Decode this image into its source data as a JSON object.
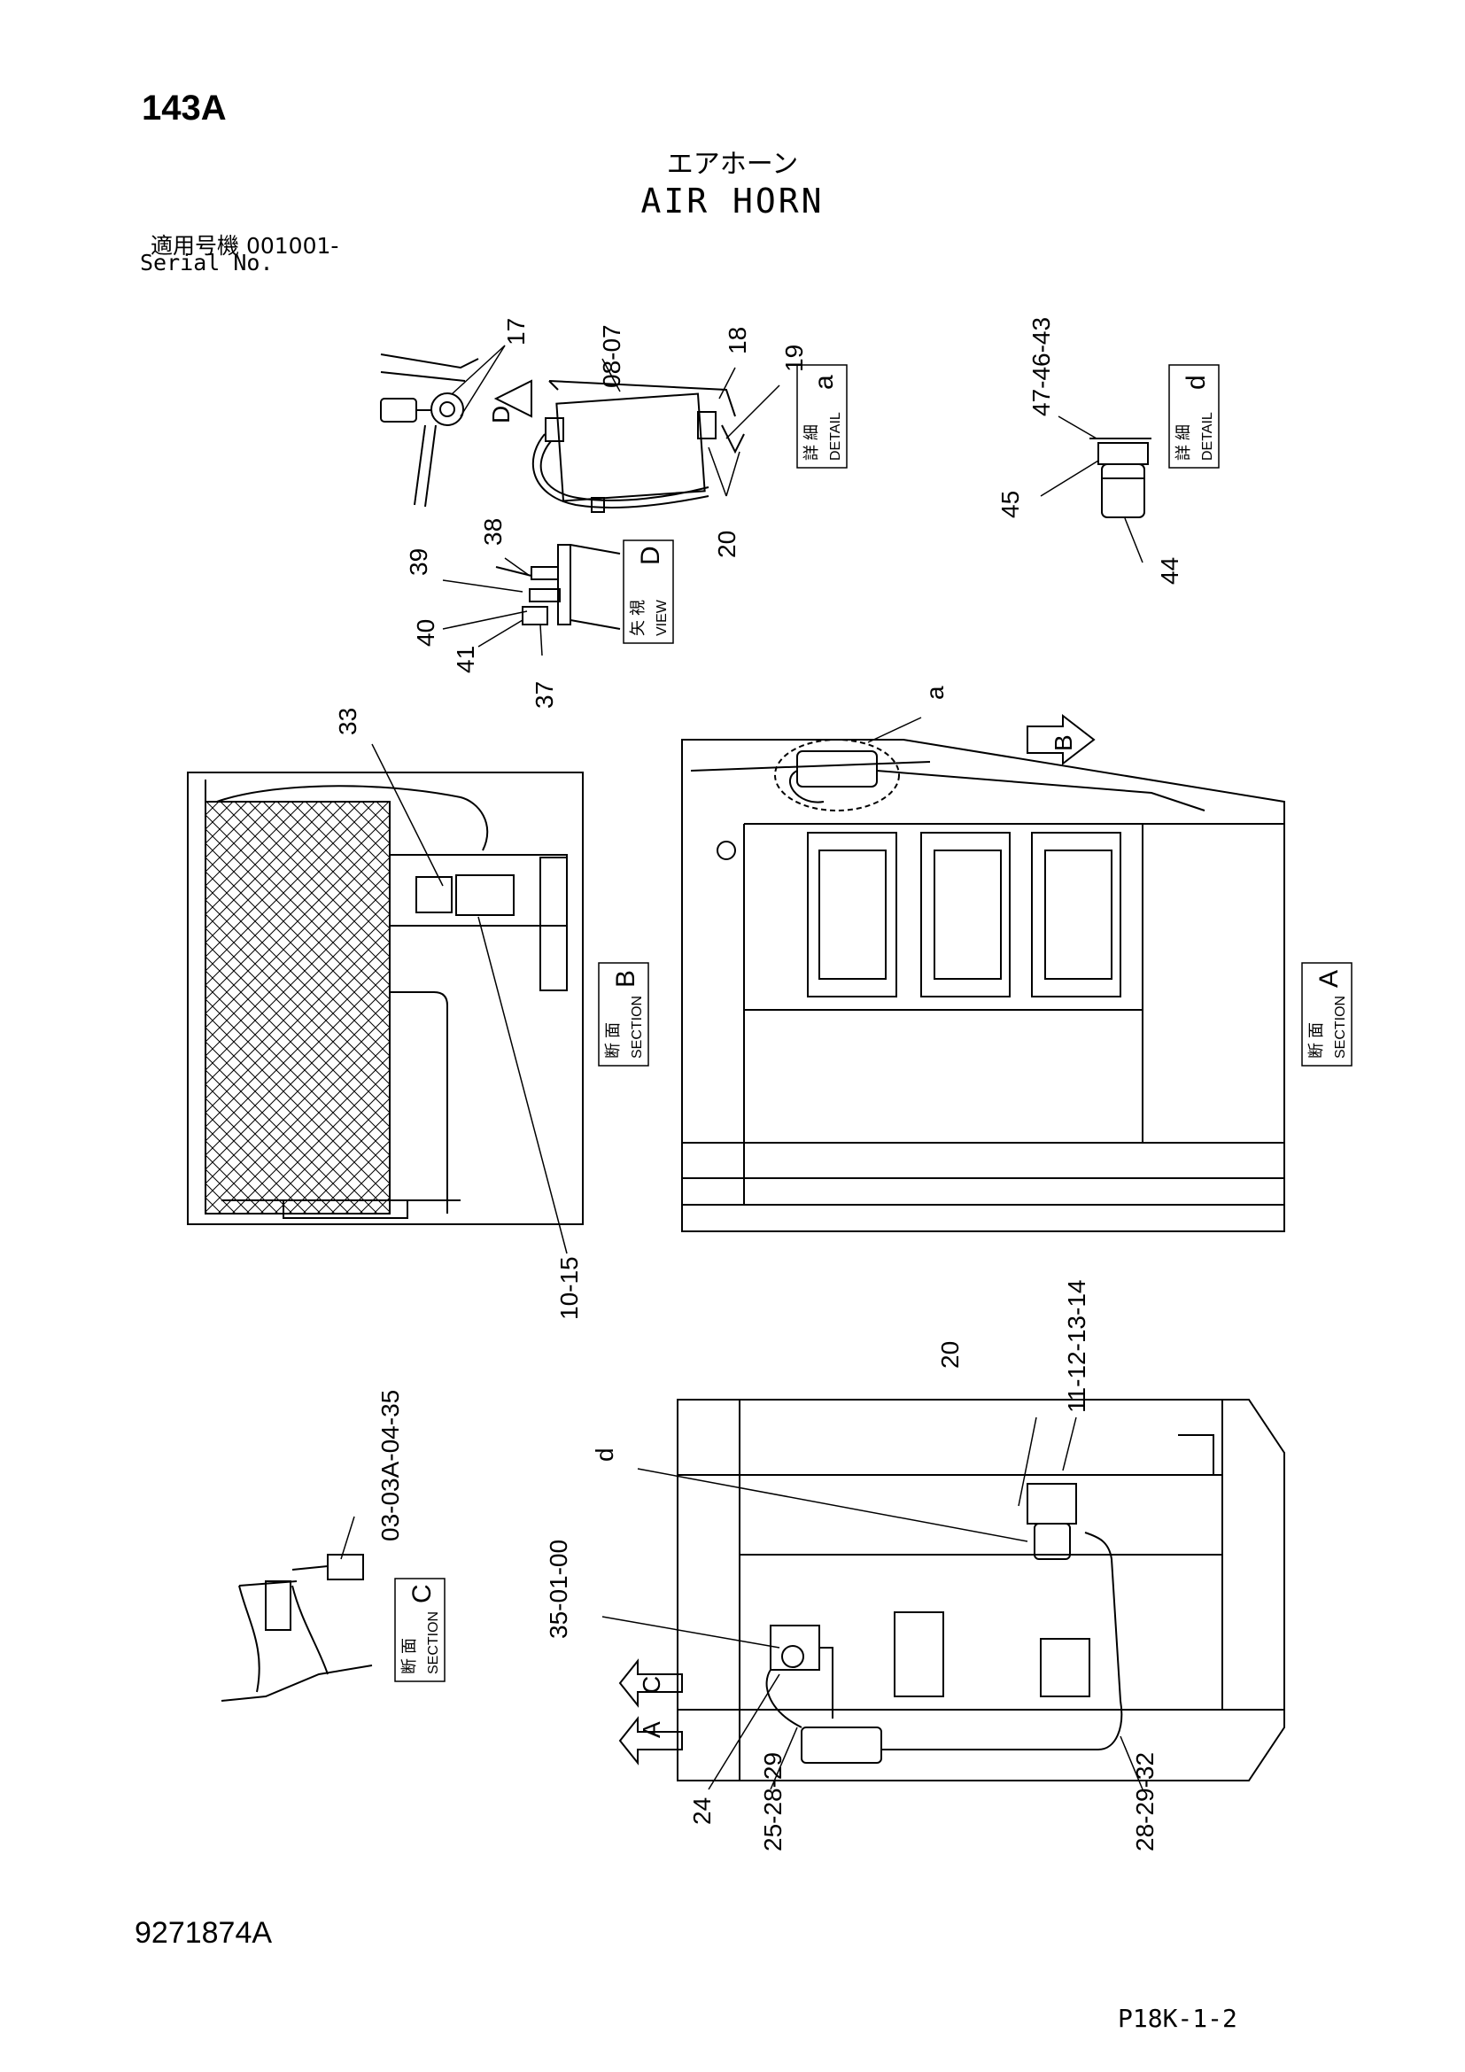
{
  "header": {
    "page_code": "143A",
    "title_jp": "エアホーン",
    "title_en": "AIR HORN",
    "serial_jp": "適用号機  001001-",
    "serial_en": "Serial No."
  },
  "footer": {
    "part_number": "9271874A",
    "page_ref": "P18K-1-2"
  },
  "views": {
    "detail_a": {
      "jp": "詳 細",
      "en": "DETAIL",
      "letter": "a"
    },
    "detail_d": {
      "jp": "詳 細",
      "en": "DETAIL",
      "letter": "d"
    },
    "view_d": {
      "jp": "矢 視",
      "en": "VIEW",
      "letter": "D"
    },
    "section_b": {
      "jp": "断 面",
      "en": "SECTION",
      "letter": "B"
    },
    "section_a": {
      "jp": "断 面",
      "en": "SECTION",
      "letter": "A"
    },
    "section_c": {
      "jp": "断 面",
      "en": "SECTION",
      "letter": "C"
    }
  },
  "callouts": {
    "c17": "17",
    "c07_08": "08-07",
    "c18": "18",
    "c19": "19",
    "c20_top": "20",
    "c38": "38",
    "c39": "39",
    "c40": "40",
    "c41": "41",
    "c37": "37",
    "c43_47": "47-46-43",
    "c45": "45",
    "c44": "44",
    "c33": "33",
    "c10_15": "10-15",
    "ca": "a",
    "cB": "B",
    "c20_mid": "20",
    "c11_14": "11-12-13-14",
    "cd": "d",
    "c03": "03-03A-04-35",
    "c35_00": "35-01-00",
    "cD": "D",
    "c24": "24",
    "c25_29": "25-28-29",
    "c28_32": "28-29-32",
    "cA": "A",
    "cC": "C"
  }
}
